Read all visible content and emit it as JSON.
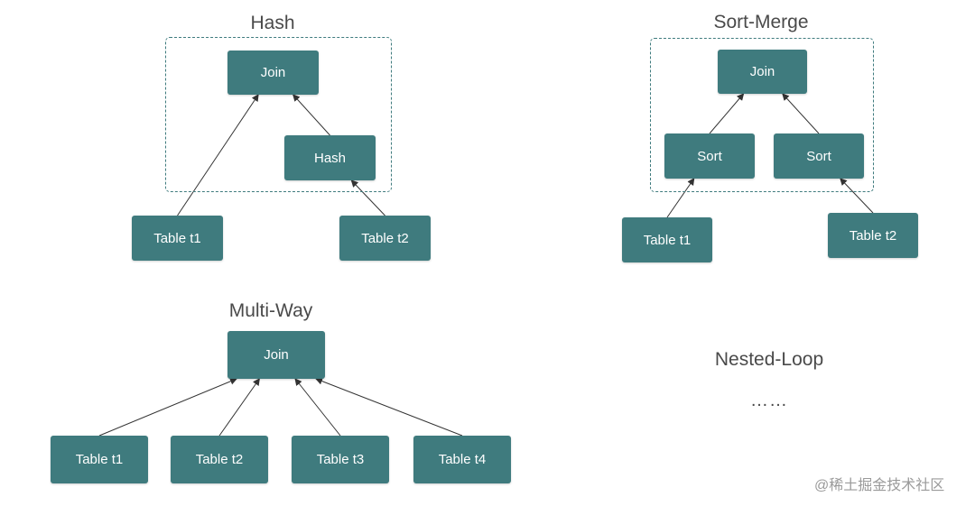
{
  "colors": {
    "node_fill": "#3f7b7e",
    "node_text": "#ffffff",
    "edge": "#333333",
    "group_border": "#3f7b7e",
    "title_text": "#4a4a4a"
  },
  "hash": {
    "title": "Hash",
    "join": "Join",
    "hash": "Hash",
    "table1": "Table t1",
    "table2": "Table t2"
  },
  "sort_merge": {
    "title": "Sort-Merge",
    "join": "Join",
    "sort_left": "Sort",
    "sort_right": "Sort",
    "table1": "Table t1",
    "table2": "Table t2"
  },
  "multi_way": {
    "title": "Multi-Way",
    "join": "Join",
    "tables": [
      "Table t1",
      "Table t2",
      "Table t3",
      "Table t4"
    ]
  },
  "nested_loop": {
    "title": "Nested-Loop",
    "ellipsis": "……"
  },
  "watermark": "@稀土掘金技术社区",
  "edges": [
    {
      "from": "hash-table-t1",
      "to": "hash-join"
    },
    {
      "from": "hash-build",
      "to": "hash-join"
    },
    {
      "from": "hash-table-t2",
      "to": "hash-build"
    },
    {
      "from": "sm-sort-left",
      "to": "sm-join"
    },
    {
      "from": "sm-sort-right",
      "to": "sm-join"
    },
    {
      "from": "sm-table-t1",
      "to": "sm-sort-left"
    },
    {
      "from": "sm-table-t2",
      "to": "sm-sort-right"
    },
    {
      "from": "mw-table-t1",
      "to": "mw-join"
    },
    {
      "from": "mw-table-t2",
      "to": "mw-join"
    },
    {
      "from": "mw-table-t3",
      "to": "mw-join"
    },
    {
      "from": "mw-table-t4",
      "to": "mw-join"
    }
  ]
}
